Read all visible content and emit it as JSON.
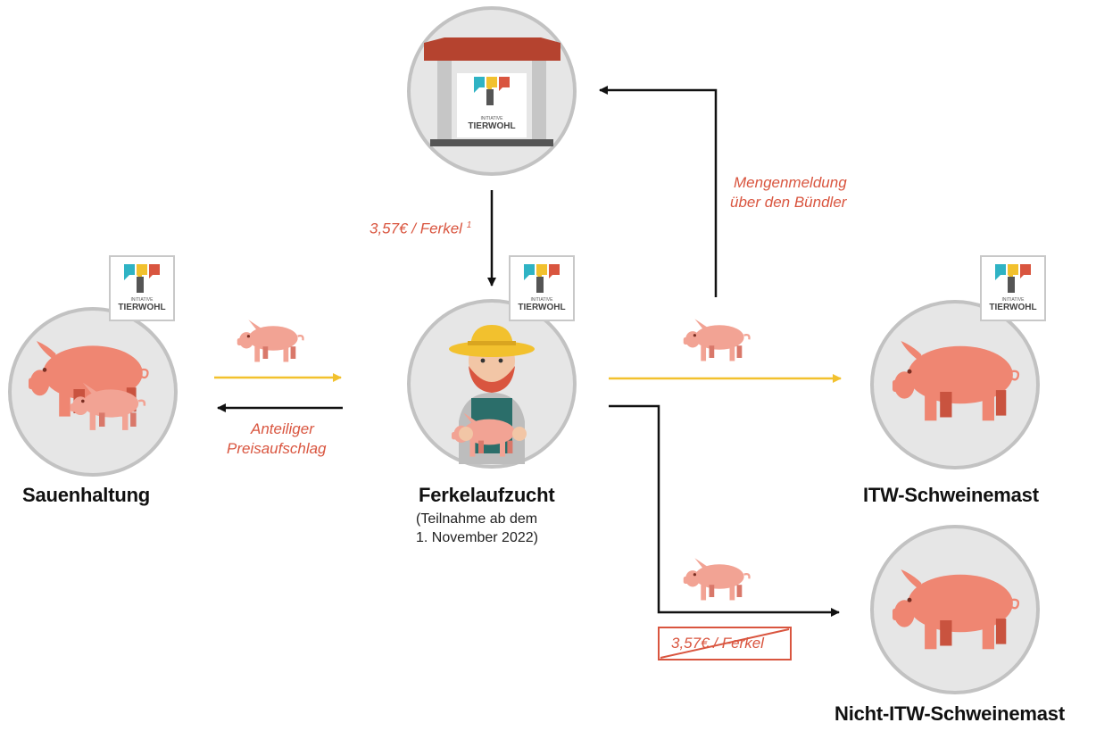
{
  "colors": {
    "accent_red": "#d9553f",
    "arrow_yellow": "#f2c12e",
    "circle_fill": "#e6e6e6",
    "circle_border": "#c2c2c2",
    "pig": "#ef8672",
    "piglet": "#f2a394"
  },
  "nodes": {
    "sauenhaltung": {
      "title": "Sauenhaltung"
    },
    "ferkelaufzucht": {
      "title": "Ferkelaufzucht",
      "sub_line1": "(Teilnahme ab dem",
      "sub_line2": "1. November 2022)"
    },
    "itw_mast": {
      "title": "ITW-Schweinemast"
    },
    "nicht_itw_mast": {
      "title": "Nicht-ITW-Schweinemast"
    }
  },
  "logo": {
    "small_text": "INITIATIVE",
    "name": "TIERWOHL"
  },
  "flows": {
    "payment_label": "3,57€ / Ferkel",
    "payment_footnote": "1",
    "report_line1": "Mengenmeldung",
    "report_line2": "über den Bündler",
    "surcharge_line1": "Anteiliger",
    "surcharge_line2": "Preisaufschlag",
    "no_payment_label": "3,57€ / Ferkel"
  },
  "icons": [
    "tierwohl-logo-icon",
    "stall-icon",
    "sow-with-piglet-icon",
    "farmer-icon",
    "pig-icon",
    "piglet-icon"
  ]
}
